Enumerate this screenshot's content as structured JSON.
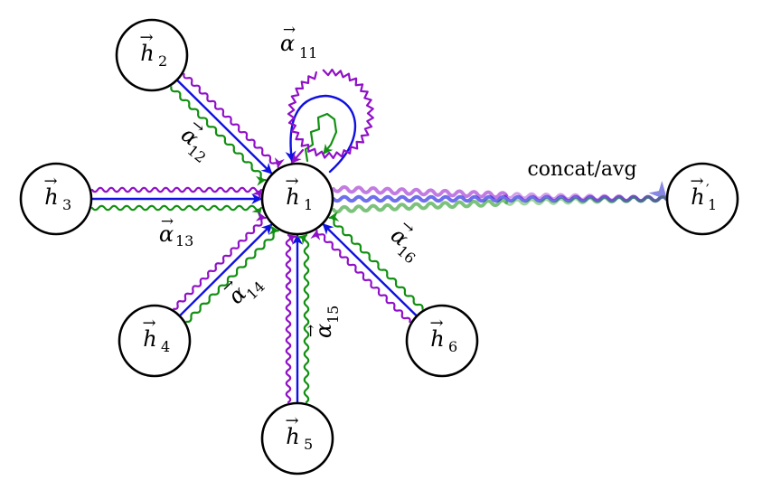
{
  "colors": {
    "head_blue": "#1010e0",
    "head_green": "#109010",
    "head_purple": "#9010c8",
    "node_stroke": "#000000",
    "background": "#ffffff"
  },
  "center_node": {
    "symbol": "h",
    "sub": "1",
    "vec": "→"
  },
  "output_node": {
    "symbol": "h",
    "sub": "1",
    "prime": "′",
    "vec": "→"
  },
  "neighbors": [
    {
      "id": "h2",
      "symbol": "h",
      "sub": "2",
      "vec": "→",
      "alpha_sub": "12"
    },
    {
      "id": "h3",
      "symbol": "h",
      "sub": "3",
      "vec": "→",
      "alpha_sub": "13"
    },
    {
      "id": "h4",
      "symbol": "h",
      "sub": "4",
      "vec": "→",
      "alpha_sub": "14"
    },
    {
      "id": "h5",
      "symbol": "h",
      "sub": "5",
      "vec": "→",
      "alpha_sub": "15"
    },
    {
      "id": "h6",
      "symbol": "h",
      "sub": "6",
      "vec": "→",
      "alpha_sub": "16"
    }
  ],
  "self_loop": {
    "alpha_sub": "11"
  },
  "alpha_symbol": "α",
  "aggregation_label": "concat/avg"
}
